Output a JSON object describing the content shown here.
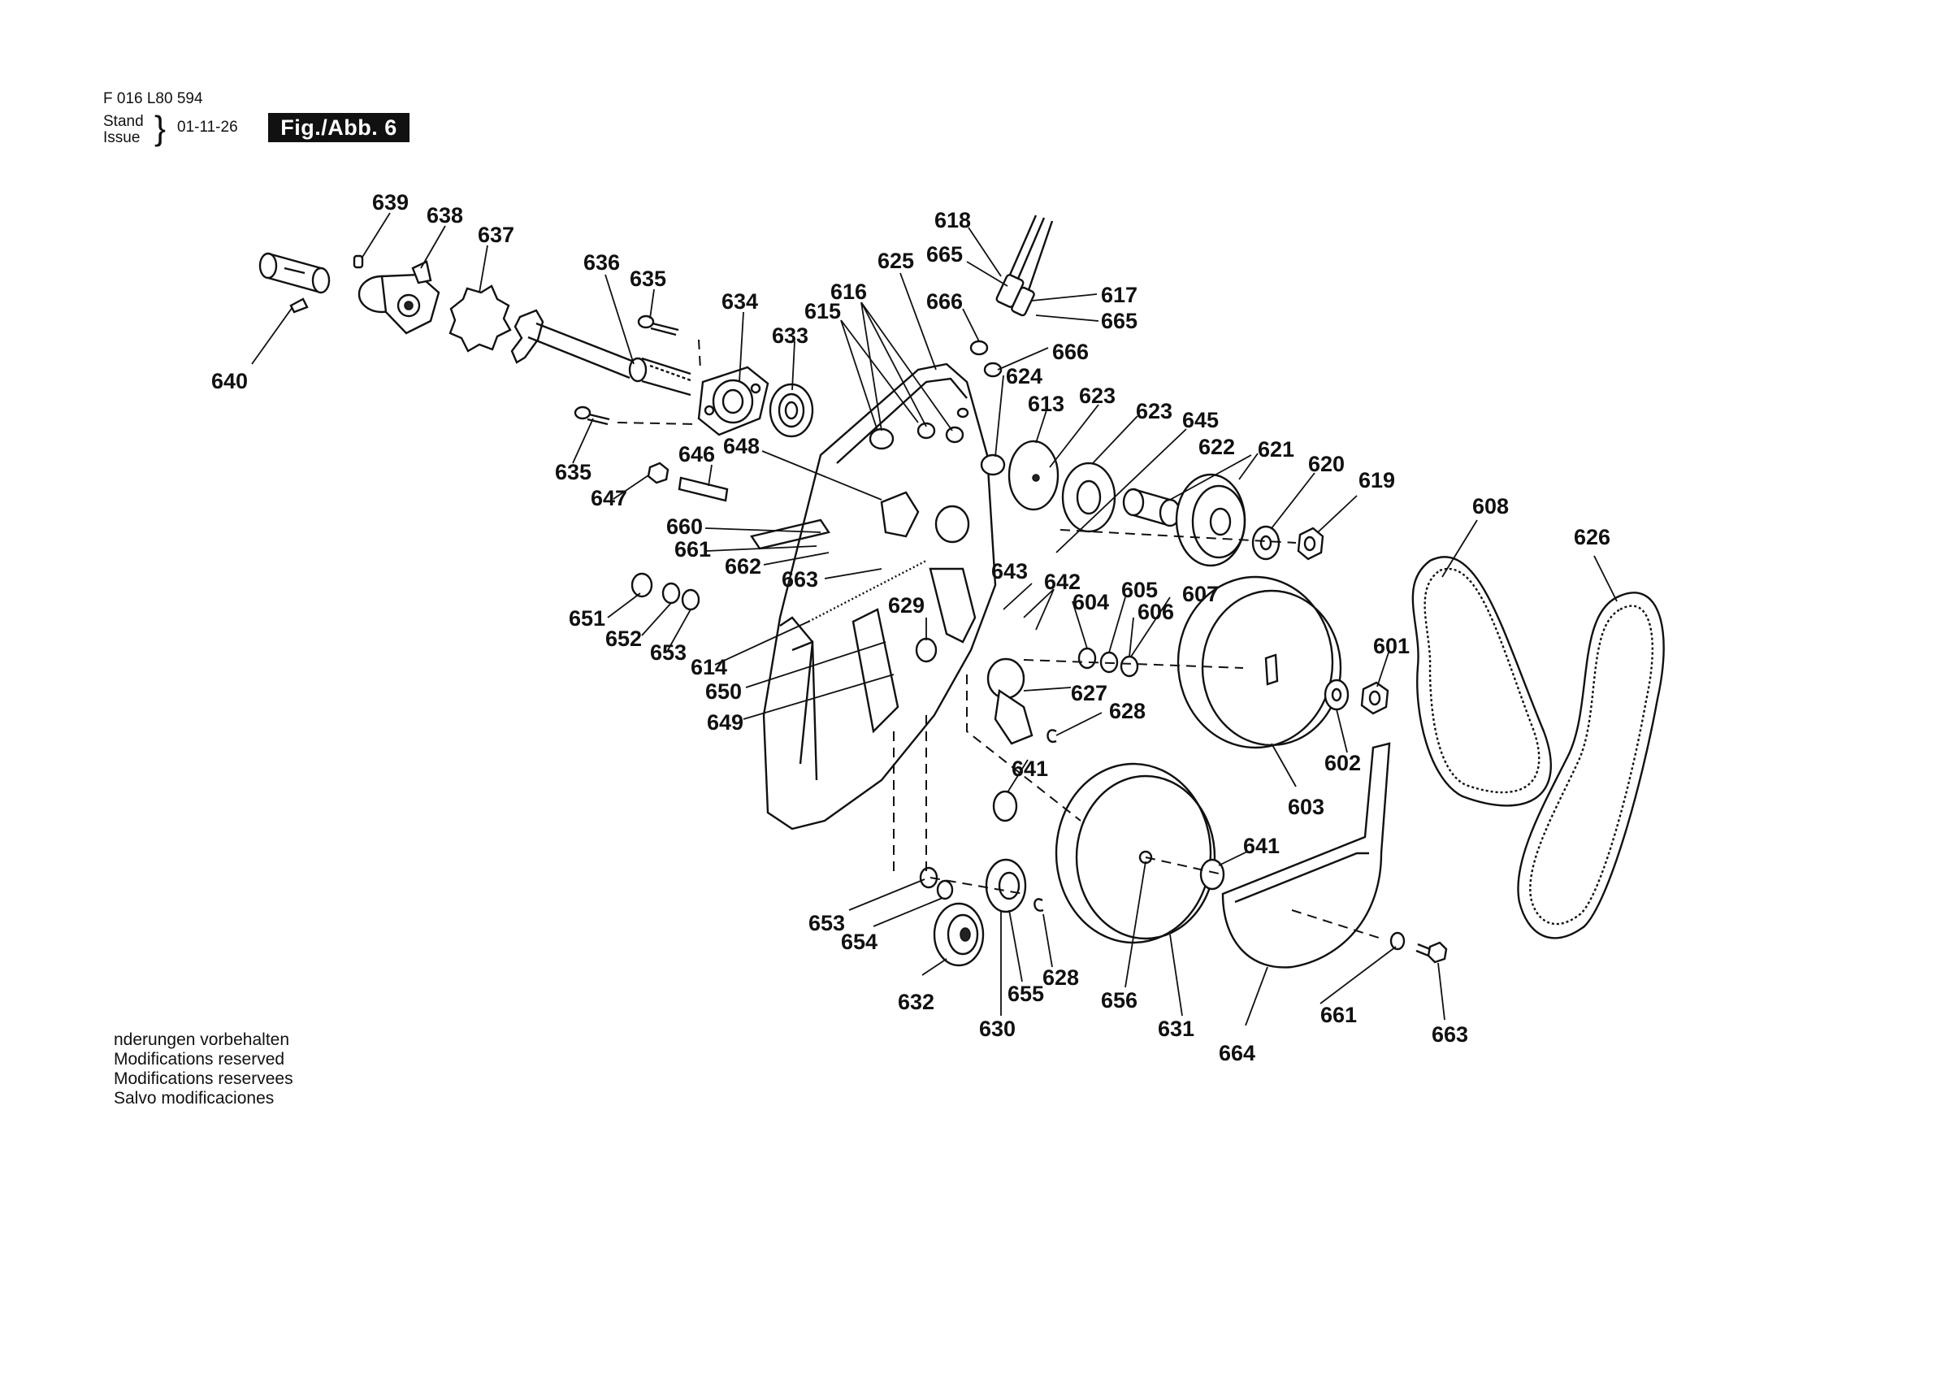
{
  "header": {
    "doc_number": "F 016 L80 594",
    "stand_label": "Stand",
    "issue_label": "Issue",
    "brace": "}",
    "date": "01-11-26",
    "figure_label": "Fig./Abb. 6"
  },
  "notes": [
    "nderungen vorbehalten",
    "Modifications reserved",
    "Modifications reservees",
    "Salvo modificaciones"
  ],
  "callouts": [
    {
      "id": "639",
      "label": "639"
    },
    {
      "id": "638",
      "label": "638"
    },
    {
      "id": "637",
      "label": "637"
    },
    {
      "id": "636",
      "label": "636"
    },
    {
      "id": "635a",
      "label": "635"
    },
    {
      "id": "634",
      "label": "634"
    },
    {
      "id": "640",
      "label": "640"
    },
    {
      "id": "633",
      "label": "633"
    },
    {
      "id": "616",
      "label": "616"
    },
    {
      "id": "615",
      "label": "615"
    },
    {
      "id": "625",
      "label": "625"
    },
    {
      "id": "665a",
      "label": "665"
    },
    {
      "id": "618",
      "label": "618"
    },
    {
      "id": "617",
      "label": "617"
    },
    {
      "id": "666a",
      "label": "666"
    },
    {
      "id": "665b",
      "label": "665"
    },
    {
      "id": "666b",
      "label": "666"
    },
    {
      "id": "624",
      "label": "624"
    },
    {
      "id": "613",
      "label": "613"
    },
    {
      "id": "623a",
      "label": "623"
    },
    {
      "id": "623b",
      "label": "623"
    },
    {
      "id": "645",
      "label": "645"
    },
    {
      "id": "622",
      "label": "622"
    },
    {
      "id": "621",
      "label": "621"
    },
    {
      "id": "620",
      "label": "620"
    },
    {
      "id": "619",
      "label": "619"
    },
    {
      "id": "635b",
      "label": "635"
    },
    {
      "id": "646",
      "label": "646"
    },
    {
      "id": "648",
      "label": "648"
    },
    {
      "id": "647",
      "label": "647"
    },
    {
      "id": "660",
      "label": "660"
    },
    {
      "id": "661a",
      "label": "661"
    },
    {
      "id": "662",
      "label": "662"
    },
    {
      "id": "663a",
      "label": "663"
    },
    {
      "id": "608",
      "label": "608"
    },
    {
      "id": "626",
      "label": "626"
    },
    {
      "id": "643",
      "label": "643"
    },
    {
      "id": "642",
      "label": "642"
    },
    {
      "id": "604",
      "label": "604"
    },
    {
      "id": "605",
      "label": "605"
    },
    {
      "id": "607",
      "label": "607"
    },
    {
      "id": "606",
      "label": "606"
    },
    {
      "id": "651",
      "label": "651"
    },
    {
      "id": "652",
      "label": "652"
    },
    {
      "id": "653a",
      "label": "653"
    },
    {
      "id": "629",
      "label": "629"
    },
    {
      "id": "614",
      "label": "614"
    },
    {
      "id": "650",
      "label": "650"
    },
    {
      "id": "649",
      "label": "649"
    },
    {
      "id": "627",
      "label": "627"
    },
    {
      "id": "628a",
      "label": "628"
    },
    {
      "id": "601",
      "label": "601"
    },
    {
      "id": "602",
      "label": "602"
    },
    {
      "id": "641a",
      "label": "641"
    },
    {
      "id": "603",
      "label": "603"
    },
    {
      "id": "641b",
      "label": "641"
    },
    {
      "id": "653b",
      "label": "653"
    },
    {
      "id": "654",
      "label": "654"
    },
    {
      "id": "628b",
      "label": "628"
    },
    {
      "id": "632",
      "label": "632"
    },
    {
      "id": "655",
      "label": "655"
    },
    {
      "id": "630",
      "label": "630"
    },
    {
      "id": "656",
      "label": "656"
    },
    {
      "id": "631",
      "label": "631"
    },
    {
      "id": "661b",
      "label": "661"
    },
    {
      "id": "663b",
      "label": "663"
    },
    {
      "id": "664",
      "label": "664"
    }
  ]
}
